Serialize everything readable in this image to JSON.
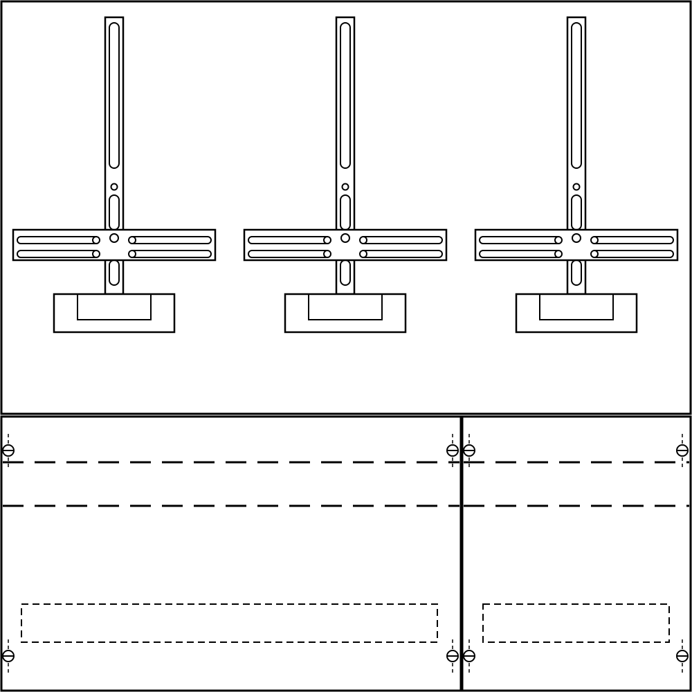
{
  "diagram": {
    "kind": "technical-line-drawing",
    "colors": {
      "line": "#000000",
      "background": "#ffffff"
    },
    "upper_panel": {
      "meter_mounts": 3,
      "mount_parts": [
        "vertical-slotted-rail",
        "horizontal-slotted-crossbar",
        "meter-base-block"
      ]
    },
    "lower_panels": [
      {
        "id": "left",
        "screws": 4,
        "hidden_cutouts": 1,
        "dashed_guides": 2
      },
      {
        "id": "right",
        "screws": 4,
        "hidden_cutouts": 1,
        "dashed_guides": 2
      }
    ],
    "icons": [
      "slotted-screw-icon"
    ]
  }
}
